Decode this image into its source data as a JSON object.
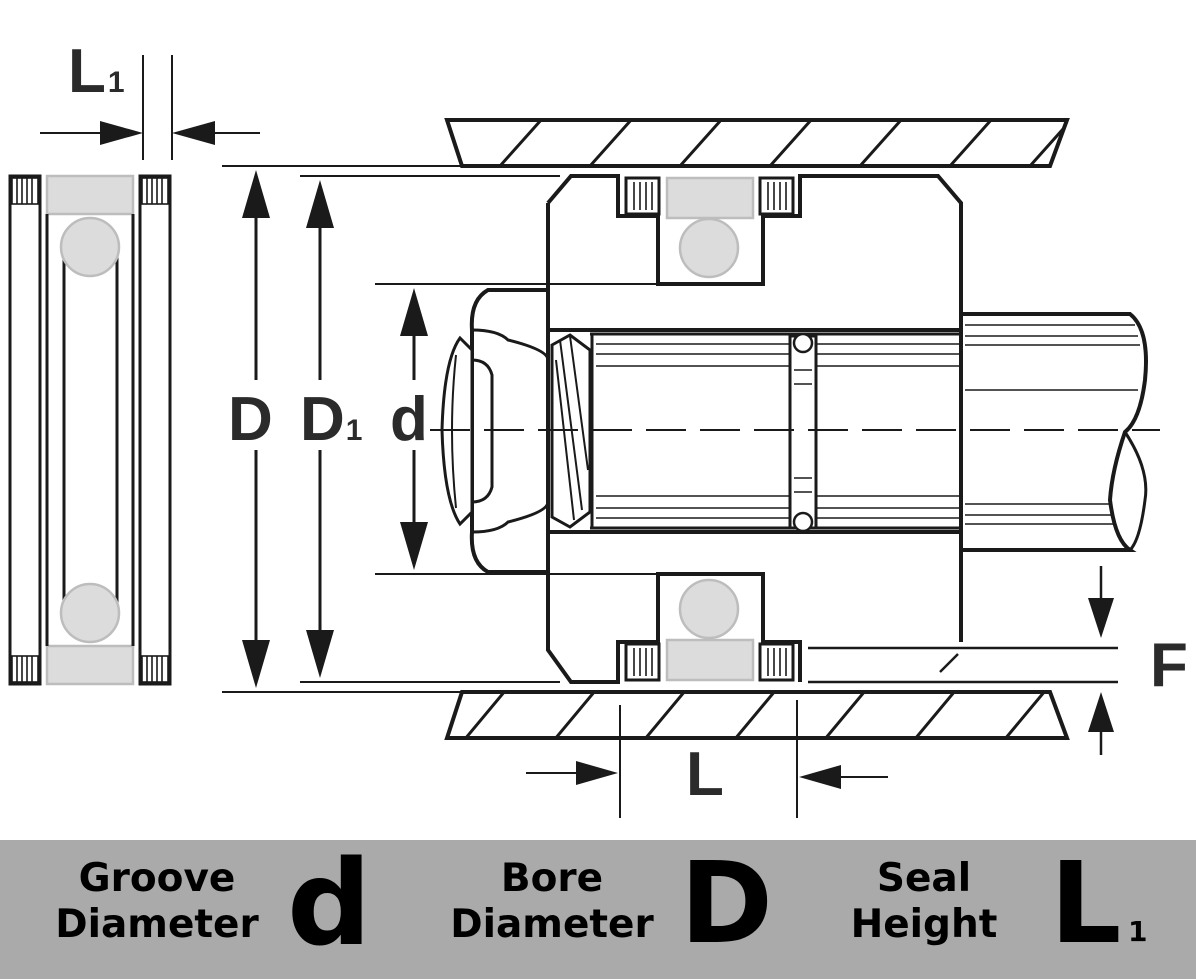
{
  "labels": {
    "L1_main": "L",
    "L1_sub": "1",
    "D": "D",
    "D1_main": "D",
    "D1_sub": "1",
    "d": "d",
    "F": "F",
    "L": "L"
  },
  "legend": {
    "groove": {
      "line1": "Groove",
      "line2": "Diameter",
      "symbol": "d"
    },
    "bore": {
      "line1": "Bore",
      "line2": "Diameter",
      "symbol": "D"
    },
    "seal": {
      "line1": "Seal",
      "line2": "Height",
      "symbol": "L",
      "symbol_sub": "1"
    }
  },
  "colors": {
    "line": "#1a1a1a",
    "seal_fill": "#dcdcdc",
    "seal_stroke": "#bdbdbd",
    "legend_bg": "#aaaaaa"
  }
}
